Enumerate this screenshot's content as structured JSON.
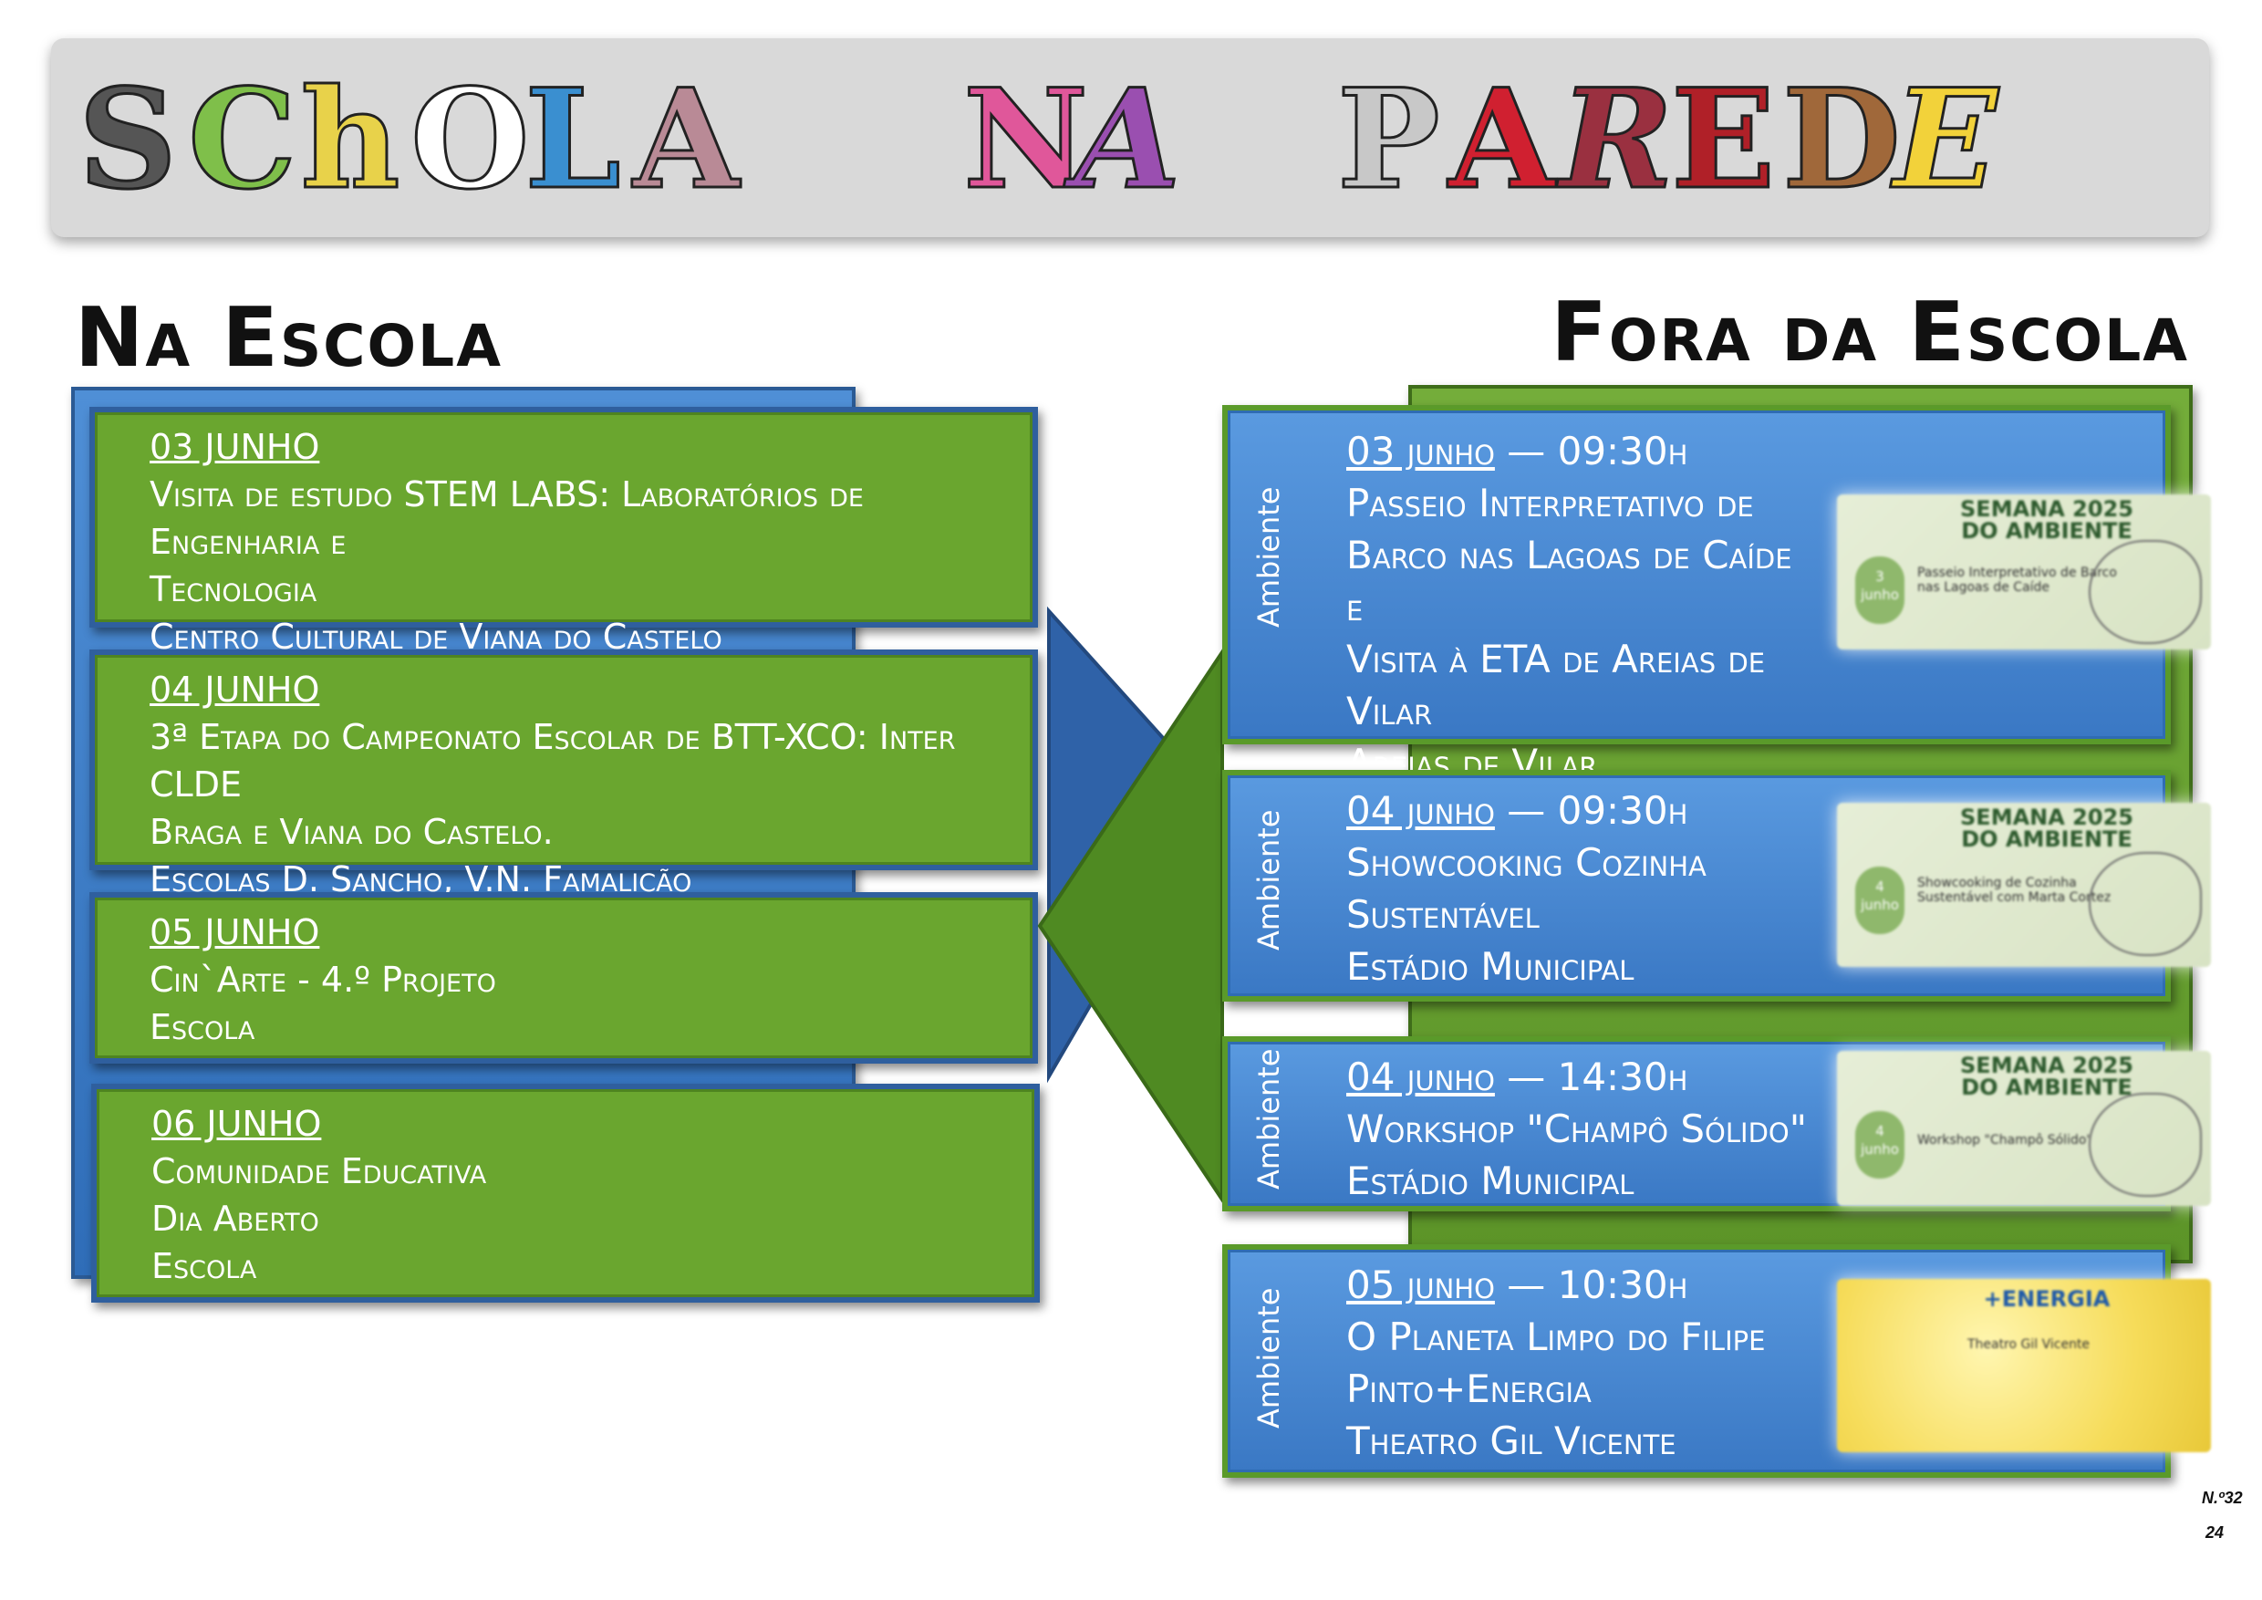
{
  "banner": {
    "title": "SCHOLA NA PAREDE",
    "words": [
      {
        "letters": [
          "S",
          "C",
          "h",
          "O",
          "L",
          "A"
        ]
      },
      {
        "letters": [
          "N",
          "A"
        ]
      },
      {
        "letters": [
          "P",
          "A",
          "R",
          "E",
          "D",
          "E"
        ]
      }
    ]
  },
  "left_section": {
    "title": "Na Escola",
    "items": [
      {
        "date": "03 JUNHO",
        "lines": [
          "Visita de estudo STEM LABS: Laboratórios de Engenharia e",
          "Tecnologia",
          "Centro Cultural de Viana do Castelo"
        ]
      },
      {
        "date": "04 JUNHO",
        "lines": [
          "3ª Etapa do Campeonato Escolar de BTT-XCO: Inter CLDE",
          "Braga e Viana do Castelo.",
          "Escolas D. Sancho, V.N. Famalicão"
        ]
      },
      {
        "date": "05 JUNHO",
        "lines": [
          "Cin`Arte - 4.º Projeto",
          "Escola"
        ]
      },
      {
        "date": "06 JUNHO",
        "lines": [
          "Comunidade Educativa",
          "Dia Aberto",
          "Escola"
        ]
      }
    ]
  },
  "right_section": {
    "title": "Fora da Escola",
    "items": [
      {
        "category": "Ambiente",
        "date": "03 junho",
        "time": " — 09:30h",
        "lines": [
          "Passeio Interpretativo de",
          "Barco nas Lagoas de Caíde e",
          "Visita à ETA de Areias de",
          "Vilar",
          "Areias de Vilar"
        ],
        "poster": {
          "title": "SEMANA 2025 DO AMBIENTE",
          "badge": "3 junho",
          "desc": "Passeio Interpretativo de Barco nas Lagoas de Caíde"
        }
      },
      {
        "category": "Ambiente",
        "date": "04 junho",
        "time": " — 09:30h",
        "lines": [
          "Showcooking Cozinha",
          "Sustentável",
          "Estádio Municipal"
        ],
        "poster": {
          "title": "SEMANA 2025 DO AMBIENTE",
          "badge": "4 junho",
          "desc": "Showcooking de Cozinha Sustentável com Marta Cortez"
        }
      },
      {
        "category": "Ambiente",
        "date": "04 junho",
        "time": " — 14:30h",
        "lines": [
          "Workshop \"Champô Sólido\"",
          "Estádio Municipal"
        ],
        "poster": {
          "title": "SEMANA 2025 DO AMBIENTE",
          "badge": "4 junho",
          "desc": "Workshop \"Champô Sólido\""
        }
      },
      {
        "category": "Ambiente",
        "date": "05 junho",
        "time": " — 10:30h",
        "lines": [
          "O Planeta Limpo do Filipe",
          "Pinto+Energia",
          "Theatro Gil Vicente"
        ],
        "poster": {
          "title": "+ENERGIA",
          "badge": "",
          "desc": "Theatro Gil Vicente"
        }
      }
    ]
  },
  "footer": {
    "issue": "N.º32",
    "page": "24"
  },
  "colors": {
    "green": "#6aa62f",
    "blue": "#4a8ad4",
    "arrow_green": "#4f8a22",
    "arrow_blue": "#2f62a8"
  }
}
